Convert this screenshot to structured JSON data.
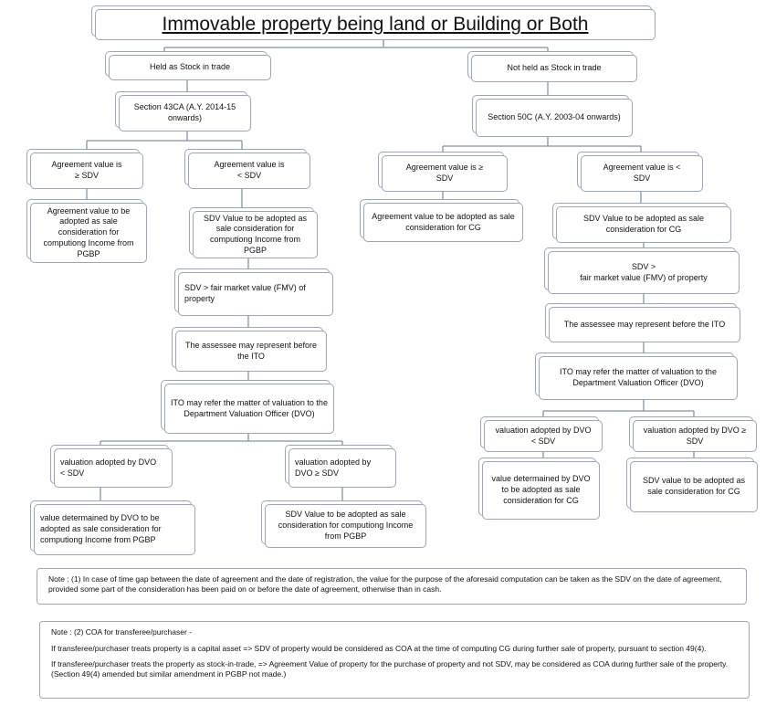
{
  "title": "Immovable property being land or Building or Both",
  "left": {
    "branch": "Held as Stock in trade",
    "section": "Section 43CA (A.Y. 2014-15 onwards)",
    "ge": {
      "condition": "Agreement value is\n≥ SDV",
      "result": "Agreement value to be adopted as sale consideration for computiong Income from PGBP"
    },
    "lt": {
      "condition": "Agreement value is\n<  SDV",
      "result": "SDV Value to be adopted as sale consideration for computiong Income from PGBP",
      "fmv": "SDV  > fair market value (FMV) of property",
      "represent": "The assessee may represent before the ITO",
      "refer": "ITO may refer the matter of valuation to the Department Valuation Officer (DVO)",
      "dvo_lt": {
        "condition": "valuation adopted by DVO\n< SDV",
        "result": "value determained by DVO to be adopted as sale consideration for computiong Income from PGBP"
      },
      "dvo_ge": {
        "condition": "valuation adopted by\nDVO  ≥ SDV",
        "result": "SDV Value to be adopted as sale consideration for computiong Income from PGBP"
      }
    }
  },
  "right": {
    "branch": "Not held as Stock in trade",
    "section": "Section 50C (A.Y. 2003-04 onwards)",
    "ge": {
      "condition": "Agreement value is          ≥\nSDV",
      "result": "Agreement value to be adopted as sale consideration for CG"
    },
    "lt": {
      "condition": "Agreement value is          <\nSDV",
      "result": "SDV Value to be adopted as sale consideration for CG",
      "fmv": "SDV  >\nfair market value (FMV) of property",
      "represent": "The assessee may represent before the ITO",
      "refer": "ITO may refer the matter of valuation to the Department Valuation Officer (DVO)",
      "dvo_lt": {
        "condition": "valuation adopted by DVO\n< SDV",
        "result": "value determained by DVO to be adopted as sale consideration for CG"
      },
      "dvo_ge": {
        "condition": "valuation adopted by DVO  ≥\nSDV",
        "result": "SDV value to be adopted as sale consideration for CG"
      }
    }
  },
  "notes": {
    "note1": "Note : (1) In case of  time gap between the date of agreement and the date of registration, the value for the purpose of the aforesaid computation can be taken as the SDV on the date of agreement, provided some part of the consideration has been paid on or before the date of agreement, otherwise than in cash.",
    "note2_heading": "Note : (2) COA for transferee/purchaser -",
    "note2_capital": "If transferee/purchaser treats property is a capital asset => SDV of property would be considered as COA at the time of computing CG during further sale of property, pursuant to section 49(4).",
    "note2_stock": "If transferee/purchaser treats the property as stock-in-trade, =>  Agreement Value of property for the purchase of property and not SDV, may be considered as COA during further sale of the property.(Section 49(4) amended  but similar amendment in PGBP not made.)"
  },
  "colors": {
    "border": "#9aa6b6",
    "connector": "#7e93ab"
  }
}
